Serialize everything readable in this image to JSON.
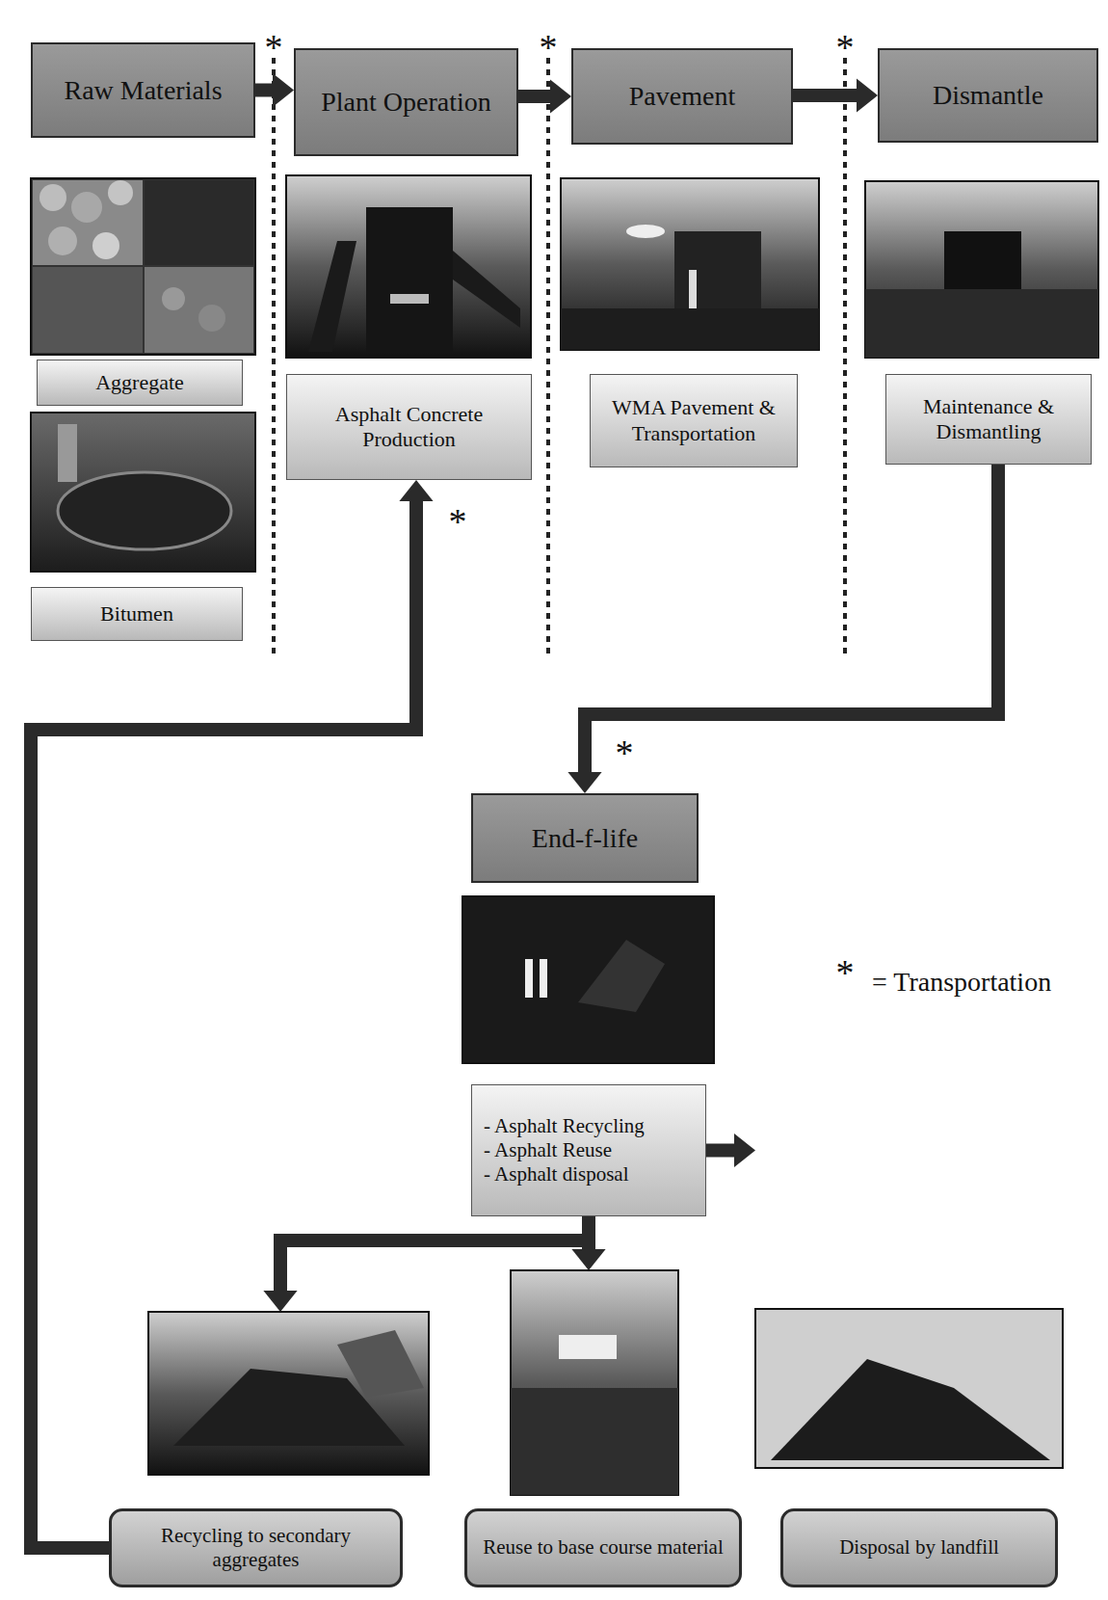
{
  "diagram": {
    "nodes": [
      {
        "text": [
          "Raw Materials"
        ]
      },
      {
        "text": [
          "Plant Operation"
        ]
      },
      {
        "text": [
          "Pavement"
        ]
      },
      {
        "text": [
          "Dismantle"
        ]
      },
      {
        "text": [
          "Aggregate"
        ]
      },
      {
        "text": [
          "Bitumen"
        ]
      },
      {
        "text": [
          "Asphalt Concrete Production"
        ]
      },
      {
        "text": [
          "WMA Pavement & Transportation"
        ]
      },
      {
        "text": [
          "Maintenance & Dismantling"
        ]
      },
      {
        "text": [
          "End-f-life"
        ]
      },
      {
        "text": [
          "- Asphalt Recycling",
          "- Asphalt Reuse",
          "- Asphalt disposal"
        ]
      },
      {
        "text": [
          "Recycling to secondary aggregates"
        ]
      },
      {
        "text": [
          "Reuse to base course material"
        ]
      },
      {
        "text": [
          "Disposal by landfill"
        ]
      }
    ],
    "edges": [
      {
        "from": 0,
        "to": 1,
        "arrow": "to"
      },
      {
        "from": 1,
        "to": 2,
        "arrow": "to"
      },
      {
        "from": 2,
        "to": 3,
        "arrow": "to"
      },
      {
        "from": 8,
        "to": 9,
        "arrow": "to"
      },
      {
        "from": 10,
        "to": 11,
        "arrow": "to"
      },
      {
        "from": 10,
        "to": 12,
        "arrow": "to"
      },
      {
        "from": 10,
        "to": 13,
        "arrow": "to"
      },
      {
        "from": 11,
        "to": 6,
        "arrow": "to"
      }
    ],
    "labels": [
      "*",
      "*",
      "*",
      "*",
      "*",
      "*",
      "= Transportation"
    ]
  }
}
